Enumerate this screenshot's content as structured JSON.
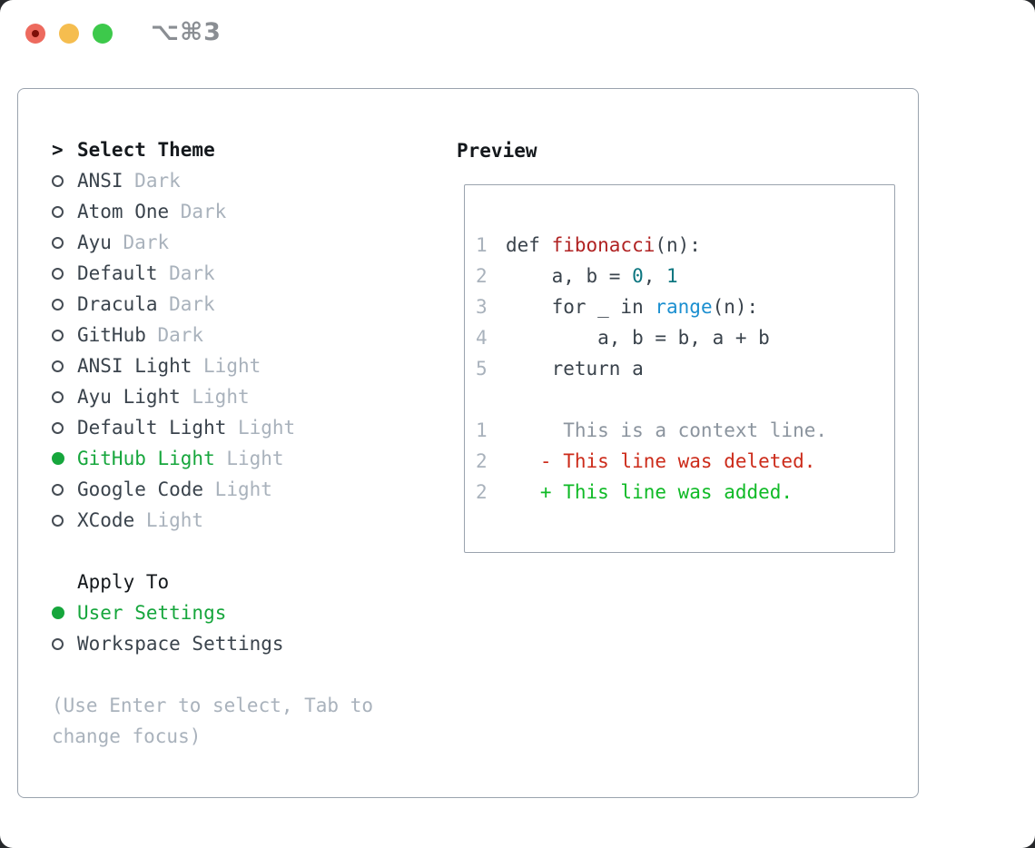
{
  "window": {
    "title": "⌥⌘3",
    "traffic_lights": {
      "close": "#ed6a5e",
      "close_inner_dot": "#7e0f08",
      "minimize": "#f5bd4f",
      "zoom": "#3dc94b"
    }
  },
  "colors": {
    "title_gray": "#8a8e93",
    "border_gray": "#9aa3ae",
    "dark": "#3a434c",
    "black": "#14181c",
    "muted": "#a9b2bc",
    "green_sel": "#16a63c",
    "red_func": "#b02222",
    "red_del": "#cc2b1a",
    "green_add": "#0fba26",
    "teal_num": "#0d7680",
    "blue_builtin": "#1b8fd0",
    "ctx_gray": "#8b949e",
    "ring_gray": "#454c54"
  },
  "theme_panel": {
    "header": {
      "prefix": ">",
      "label": "Select Theme"
    },
    "themes": [
      {
        "name": "ANSI",
        "variant": "Dark",
        "selected": false
      },
      {
        "name": "Atom One",
        "variant": "Dark",
        "selected": false
      },
      {
        "name": "Ayu",
        "variant": "Dark",
        "selected": false
      },
      {
        "name": "Default",
        "variant": "Dark",
        "selected": false
      },
      {
        "name": "Dracula",
        "variant": "Dark",
        "selected": false
      },
      {
        "name": "GitHub",
        "variant": "Dark",
        "selected": false
      },
      {
        "name": "ANSI Light",
        "variant": "Light",
        "selected": false
      },
      {
        "name": "Ayu Light",
        "variant": "Light",
        "selected": false
      },
      {
        "name": "Default Light",
        "variant": "Light",
        "selected": false
      },
      {
        "name": "GitHub Light",
        "variant": "Light",
        "selected": true
      },
      {
        "name": "Google Code",
        "variant": "Light",
        "selected": false
      },
      {
        "name": "XCode",
        "variant": "Light",
        "selected": false
      }
    ],
    "apply_to": {
      "label": "Apply To",
      "options": [
        {
          "name": "User Settings",
          "selected": true
        },
        {
          "name": "Workspace Settings",
          "selected": false
        }
      ]
    },
    "hint_lines": [
      "(Use Enter to select, Tab to",
      "change focus)"
    ]
  },
  "preview": {
    "label": "Preview",
    "code_lines": [
      {
        "num": "1",
        "segments": [
          {
            "t": "def ",
            "c": "dark"
          },
          {
            "t": "fibonacci",
            "c": "red_func"
          },
          {
            "t": "(n):",
            "c": "dark"
          }
        ]
      },
      {
        "num": "2",
        "segments": [
          {
            "t": "    a, b = ",
            "c": "dark"
          },
          {
            "t": "0",
            "c": "teal_num"
          },
          {
            "t": ", ",
            "c": "dark"
          },
          {
            "t": "1",
            "c": "teal_num"
          }
        ]
      },
      {
        "num": "3",
        "segments": [
          {
            "t": "    for _ in ",
            "c": "dark"
          },
          {
            "t": "range",
            "c": "blue_builtin"
          },
          {
            "t": "(n):",
            "c": "dark"
          }
        ]
      },
      {
        "num": "4",
        "segments": [
          {
            "t": "        a, b = b, a + b",
            "c": "dark"
          }
        ]
      },
      {
        "num": "5",
        "segments": [
          {
            "t": "    return a",
            "c": "dark"
          }
        ]
      },
      {
        "num": "",
        "segments": []
      },
      {
        "num": "1",
        "segments": [
          {
            "t": "     This is a context line.",
            "c": "ctx_gray"
          }
        ]
      },
      {
        "num": "2",
        "segments": [
          {
            "t": "   - This line was deleted.",
            "c": "red_del"
          }
        ]
      },
      {
        "num": "2",
        "segments": [
          {
            "t": "   + This line was added.",
            "c": "green_add"
          }
        ]
      }
    ]
  }
}
